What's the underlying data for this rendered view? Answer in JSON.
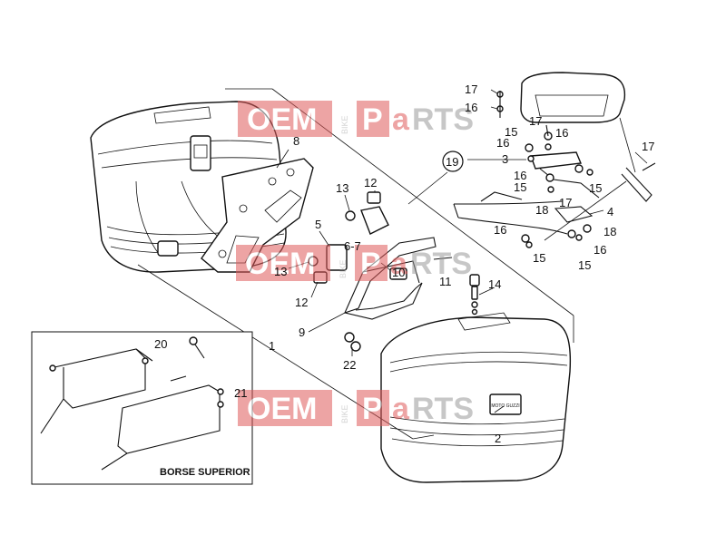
{
  "watermark": {
    "left": "OEM",
    "vertical": "BIKE",
    "right_a": "P",
    "right_b": "a",
    "right_c": "RTS",
    "color": "#e05a5a"
  },
  "labels": {
    "l1": "1",
    "l2": "2",
    "l3": "3",
    "l4": "4",
    "l5": "5",
    "l67": "6-7",
    "l8": "8",
    "l9": "9",
    "l10": "10",
    "l11": "11",
    "l12a": "12",
    "l12b": "12",
    "l13a": "13",
    "l13b": "13",
    "l14": "14",
    "l15a": "15",
    "l15b": "15",
    "l15c": "15",
    "l15d": "15",
    "l15e": "15",
    "l16a": "16",
    "l16b": "16",
    "l16c": "16",
    "l16d": "16",
    "l16e": "16",
    "l16f": "16",
    "l17a": "17",
    "l17b": "17",
    "l17c": "17",
    "l17d": "17",
    "l18a": "18",
    "l18b": "18",
    "l19": "19",
    "l20": "20",
    "l21": "21",
    "l22": "22"
  },
  "inset": {
    "title": "BORSE SUPERIOR"
  },
  "case_badge": {
    "text": "MOTO GUZZI"
  }
}
